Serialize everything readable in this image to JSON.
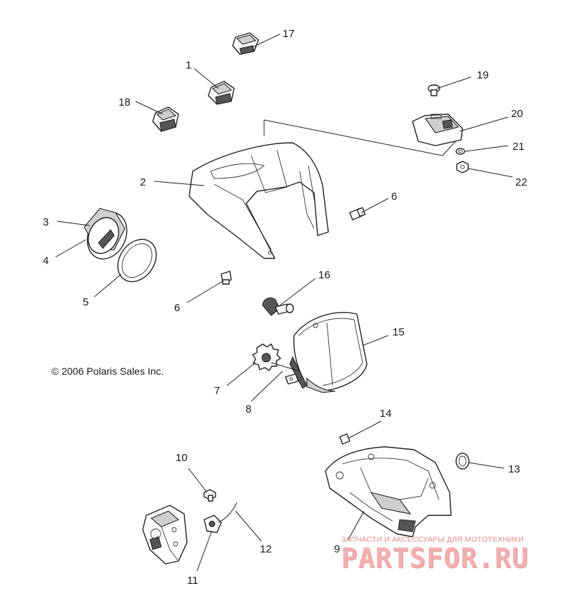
{
  "callouts": {
    "c1": "1",
    "c2": "2",
    "c3": "3",
    "c4": "4",
    "c5": "5",
    "c6a": "6",
    "c6b": "6",
    "c7": "7",
    "c8": "8",
    "c9": "9",
    "c10": "10",
    "c11": "11",
    "c12": "12",
    "c13": "13",
    "c14": "14",
    "c15": "15",
    "c16": "16",
    "c17": "17",
    "c18": "18",
    "c19": "19",
    "c20": "20",
    "c21": "21",
    "c22": "22"
  },
  "copyright": "© 2006 Polaris Sales Inc.",
  "watermark": {
    "subtitle": "ЗАПЧАСТИ И АКСЕССУАРЫ ДЛЯ МОТОТЕХНИКИ",
    "brand": "PARTSFOR.RU"
  },
  "colors": {
    "line": "#222222",
    "shade": "#cfcfcf",
    "watermark": "#f0b0b0"
  }
}
